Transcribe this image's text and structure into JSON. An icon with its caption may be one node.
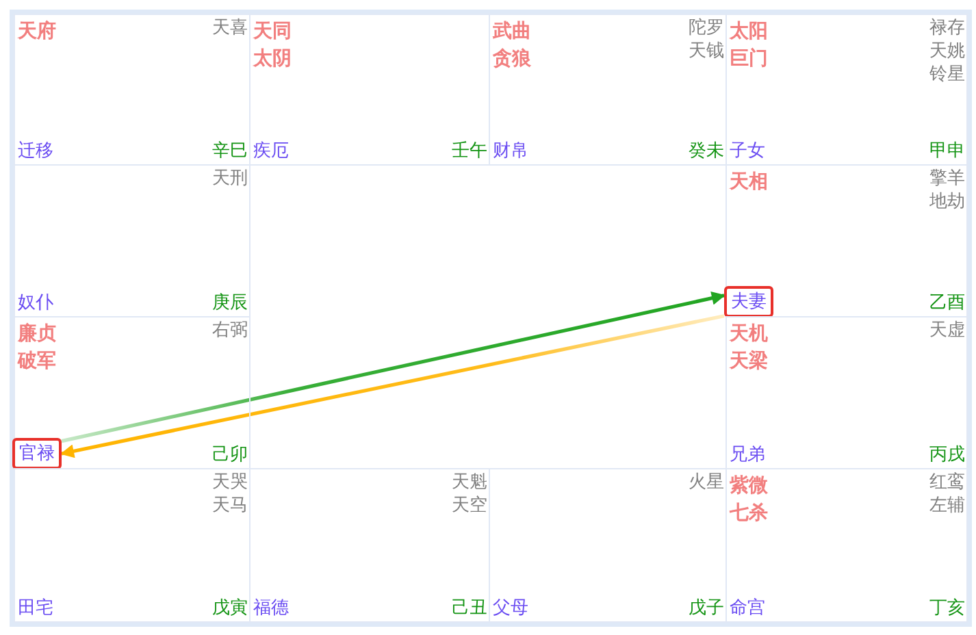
{
  "diagram": {
    "nodes": [
      {
        "text": [
          "天府",
          "天喜",
          "迁移",
          "辛巳"
        ]
      },
      {
        "text": [
          "天同",
          "太阴",
          "疾厄",
          "壬午"
        ]
      },
      {
        "text": [
          "武曲",
          "贪狼",
          "陀罗",
          "天钺",
          "财帛",
          "癸未"
        ]
      },
      {
        "text": [
          "太阳",
          "巨门",
          "禄存",
          "天姚",
          "铃星",
          "子女",
          "甲申"
        ]
      },
      {
        "text": [
          "天刑",
          "奴仆",
          "庚辰"
        ]
      },
      {
        "text": [
          "天相",
          "擎羊",
          "地劫",
          "乙酉"
        ]
      },
      {
        "text": [
          "夫妻"
        ],
        "in": 5
      },
      {
        "text": [
          "廉贞",
          "破军",
          "右弼",
          "己卯"
        ]
      },
      {
        "text": [
          "官禄"
        ],
        "in": 7
      },
      {
        "text": [
          "天机",
          "天梁",
          "天虚",
          "兄弟",
          "丙戌"
        ]
      },
      {
        "text": [
          "天哭",
          "天马",
          "田宅",
          "戊寅"
        ]
      },
      {
        "text": [
          "天魁",
          "天空",
          "福德",
          "己丑"
        ]
      },
      {
        "text": [
          "火星",
          "父母",
          "戊子"
        ]
      },
      {
        "text": [
          "紫微",
          "七杀",
          "红鸾",
          "左辅",
          "命宫",
          "丁亥"
        ]
      }
    ],
    "edges": [
      {
        "from": 8,
        "to": 6,
        "arrow": "to",
        "color": "#22a522"
      },
      {
        "from": 6,
        "to": 8,
        "arrow": "to",
        "color": "#ffb400"
      }
    ]
  }
}
